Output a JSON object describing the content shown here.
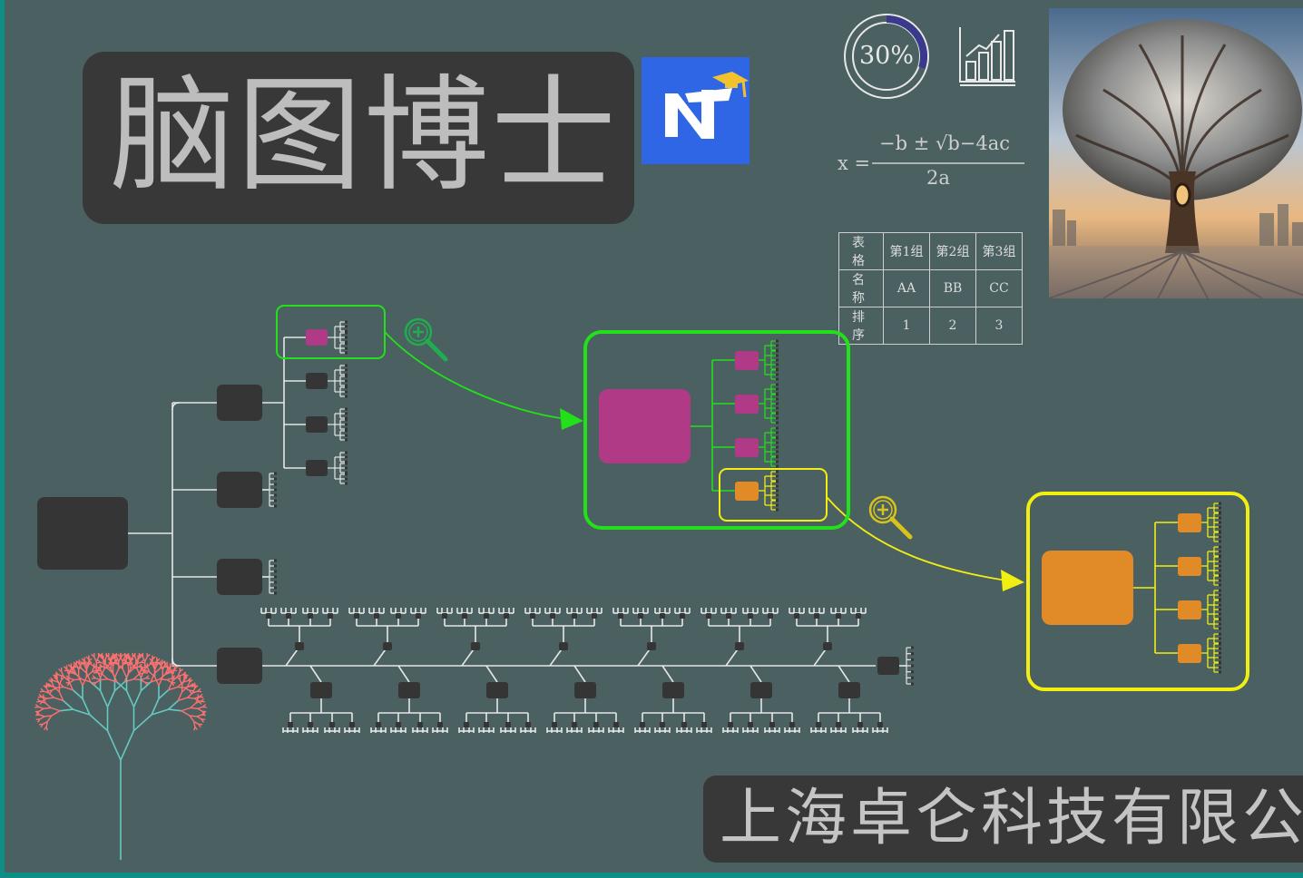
{
  "title": "脑图博士",
  "company": "上海卓仑科技有限公司",
  "progress": {
    "label": "30%",
    "value": 0.3
  },
  "formula": {
    "lhs": "x =",
    "numerator": "−b ± √b−4ac",
    "denominator": "2a"
  },
  "table": {
    "rows": [
      [
        "表 格",
        "第1组",
        "第2组",
        "第3组"
      ],
      [
        "名 称",
        "AA",
        "BB",
        "CC"
      ],
      [
        "排 序",
        "1",
        "2",
        "3"
      ]
    ]
  },
  "colors": {
    "background": "#4b6060",
    "node_dark": "#353535",
    "highlight_green": "#22e01a",
    "highlight_yellow": "#f1ee12",
    "node_magenta": "#b13a86",
    "node_orange": "#e08a28",
    "logo_blue": "#2f66e6"
  },
  "icons": [
    "logo-nt-icon",
    "bar-chart-icon",
    "zoom-in-icon",
    "fractal-tree-icon",
    "tree-photo"
  ]
}
